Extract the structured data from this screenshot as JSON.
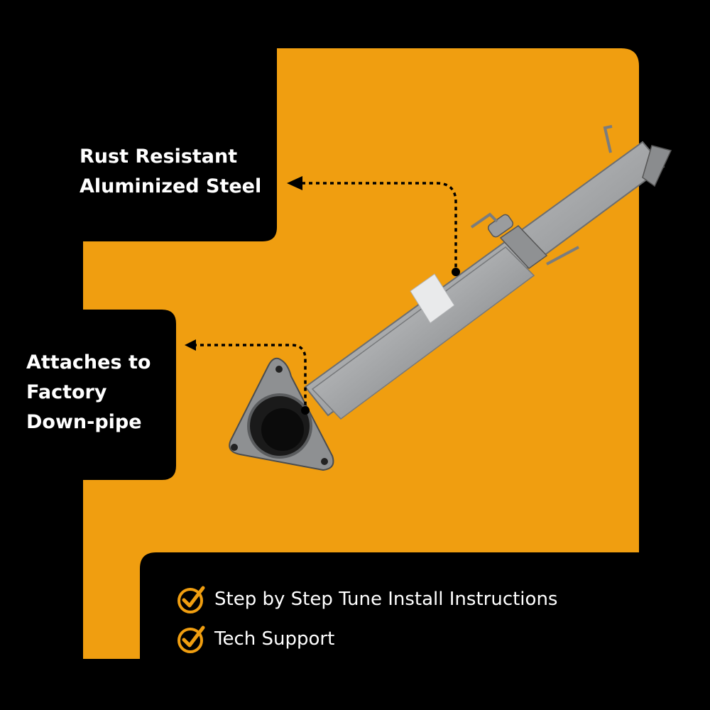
{
  "colors": {
    "background": "#000000",
    "accent": "#F09E10",
    "text": "#FFFFFF",
    "pipe": "#A7A9AB"
  },
  "callouts": {
    "material_line1": "Rust Resistant",
    "material_line2": "Aluminized Steel",
    "attach_line1": "Attaches to",
    "attach_line2": "Factory",
    "attach_line3": "Down-pipe"
  },
  "features": [
    {
      "icon": "checkmark-circle-icon",
      "label": "Step by Step Tune Install Instructions"
    },
    {
      "icon": "checkmark-circle-icon",
      "label": "Tech Support"
    }
  ]
}
